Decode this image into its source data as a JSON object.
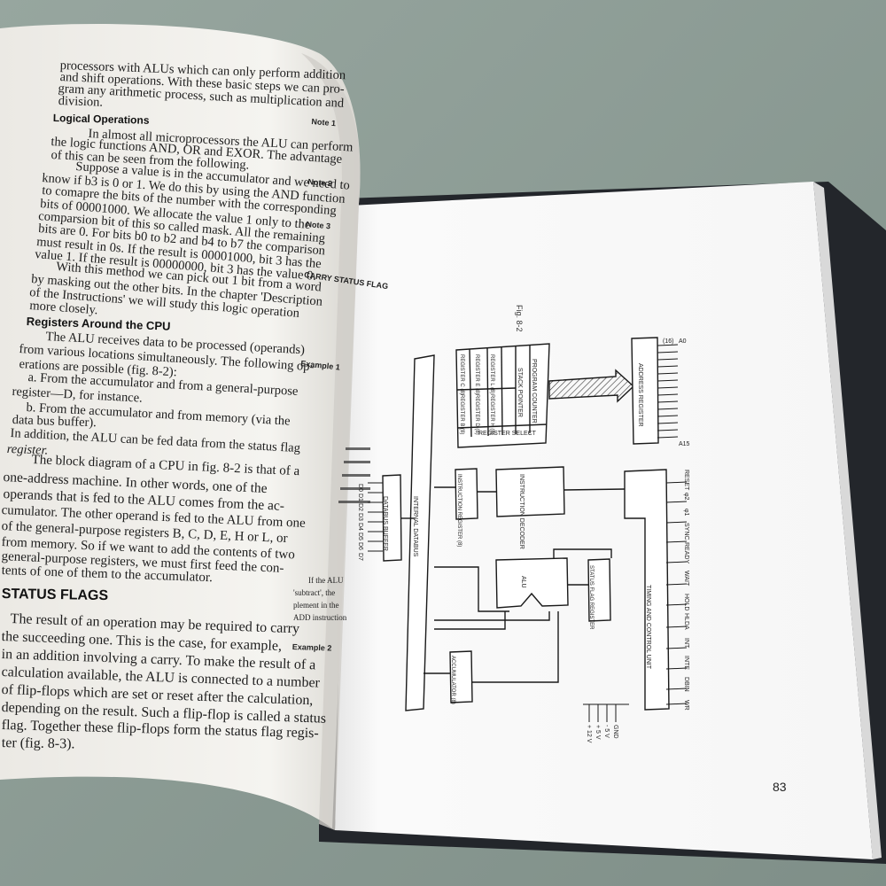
{
  "left_page": {
    "intro_lines": [
      "processors with ALUs which can only perform addition",
      "and shift operations. With these basic steps we can pro-",
      "gram any arithmetic process, such as multiplication and",
      "division."
    ],
    "heading_logical": "Logical Operations",
    "logical_lines": [
      "In almost all microprocessors the ALU can perform",
      "the logic functions AND, OR and EXOR. The advantage",
      "of this can be seen from the following.",
      "Suppose a value is in the accumulator and we need to",
      "know if b3 is 0 or 1. We do this by using the AND function",
      "to comapre the bits of the number with the corresponding",
      "bits of 00001000. We allocate the value 1 only to the",
      "comparsion bit of this so called mask. All the remaining",
      "bits are 0. For bits b0 to b2 and b4 to b7 the comparison",
      "must result in 0s. If the result is 00001000, bit 3 has the",
      "value 1. If the result is 00000000, bit 3 has the value 0.",
      "With this method we can pick out 1 bit from a word",
      "by masking out the other bits. In the chapter 'Description",
      "of the Instructions' we will study this logic operation",
      "more closely."
    ],
    "heading_registers": "Registers Around the CPU",
    "registers_lines": [
      "The ALU receives data to be processed (operands)",
      "from various locations simultaneously. The following op-",
      "erations are possible (fig. 8-2):",
      "a. From the accumulator and from a general-purpose",
      "register—D, for instance.",
      "b. From the accumulator and from memory (via the",
      "data bus buffer).",
      "In addition, the ALU can be fed data from the status flag",
      "register.",
      "The block diagram of a CPU in fig. 8-2 is that of a",
      "one-address machine. In other words, one of the",
      "operands that is fed to the ALU comes from the ac-",
      "cumulator. The other operand is fed to the ALU from one",
      "of the general-purpose registers B, C, D, E, H or L, or",
      "from memory. So if we want to add the contents of two",
      "general-purpose registers, we must first feed the con-",
      "tents of one of them to the accumulator."
    ],
    "heading_status": "STATUS FLAGS",
    "status_lines": [
      "The result of an operation may be required to carry",
      "the succeeding one. This is the case, for example,",
      "in an addition involving a carry. To make the result of a",
      "calculation available, the ALU is connected to a number",
      "of flip-flops which are set or reset after the calculation,",
      "depending on the result. Such a flip-flop is called a status",
      "flag. Together these flip-flops form the status flag regis-",
      "ter (fig. 8-3)."
    ],
    "margin_notes": [
      "Note 1",
      "Note 2",
      "Note 3",
      "CARRY STATUS FLAG",
      "Example 1",
      "Example 2"
    ],
    "margin_fragments": [
      "If the ALU",
      "'subtract', the",
      "plement in the",
      "ADD instruction"
    ]
  },
  "right_page": {
    "figure_caption": "Fig. 8-2",
    "page_number": "83",
    "labels": {
      "address_register": "ADDRESS REGISTER",
      "register_select": "REGISTER SELECT",
      "stack_pointer": "STACK POINTER",
      "program_counter": "PROGRAM COUNTER",
      "instruction_register": "INSTRUCTION REGISTER (8)",
      "instruction_decoder": "INSTRUCTION DECODER",
      "databus_buffer": "DATABUS BUFFER",
      "internal_databus": "INTERNAL DATABUS",
      "alu": "ALU",
      "status_flag_register": "STATUS FLAG REGISTER",
      "accumulator": "ACCUMULATOR (8)",
      "timing_control": "TIMING AND CONTROL UNIT",
      "a0": "A0",
      "a15": "A15",
      "control_pins": [
        "WR",
        "DBIN",
        "INTE",
        "INT",
        "HLDA",
        "HOLD",
        "WAIT",
        "READY",
        "SYNC",
        "φ1",
        "φ2",
        "RESET"
      ],
      "data_pins": [
        "D7",
        "D6",
        "D5",
        "D4",
        "D3",
        "D2",
        "D1",
        "D0"
      ],
      "power_pins": [
        "+ 12 V",
        "+ 5 V",
        "- 5 V",
        "GND"
      ],
      "registers": [
        "REGISTER B (8)",
        "REGISTER C (8)",
        "REGISTER D (8)",
        "REGISTER E (8)",
        "REGISTER H (8)",
        "REGISTER L (8)"
      ],
      "width_16": "(16)"
    }
  },
  "colors": {
    "background": "#8a9a92",
    "paper_left": "#f4f2ee",
    "paper_right": "#fbfbfb",
    "ink": "#1d1d1d",
    "book_cover": "#23262b"
  }
}
